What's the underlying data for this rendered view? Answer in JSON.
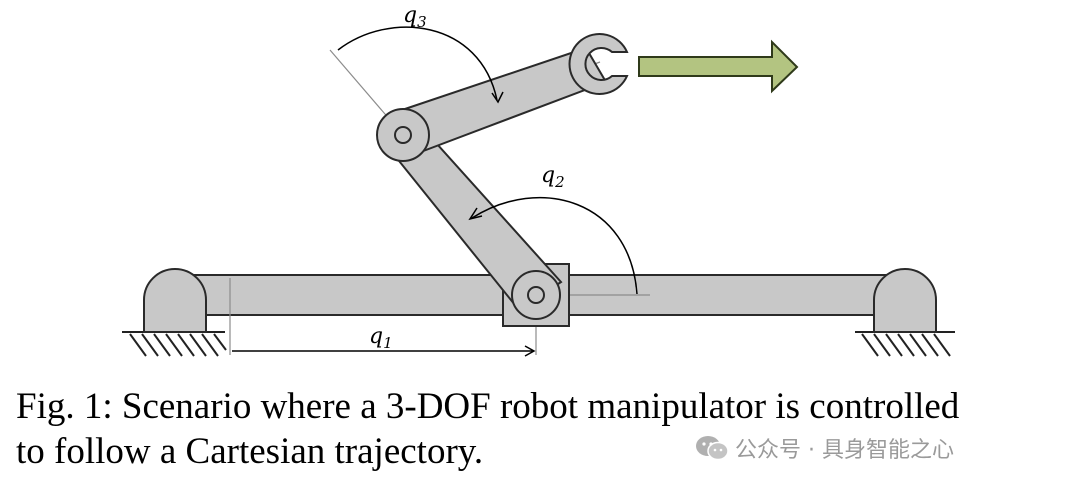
{
  "diagram": {
    "labels": {
      "q1": {
        "base": "q",
        "sub": "1"
      },
      "q2": {
        "base": "q",
        "sub": "2"
      },
      "q3": {
        "base": "q",
        "sub": "3"
      }
    },
    "colors": {
      "link": "#c8c8c8",
      "outline": "#2a2a2a",
      "arrow_fill": "#b3c481",
      "arrow_stroke": "#2f3a1a",
      "guide": "#8c8c8c"
    },
    "icons": [
      "gripper-icon",
      "direction-arrow-icon",
      "wechat-icon"
    ]
  },
  "caption": {
    "line1": "Fig. 1: Scenario where a 3-DOF robot manipulator is controlled",
    "line2": "to follow a Cartesian trajectory."
  },
  "watermark": {
    "text": "公众号 · 具身智能之心"
  }
}
